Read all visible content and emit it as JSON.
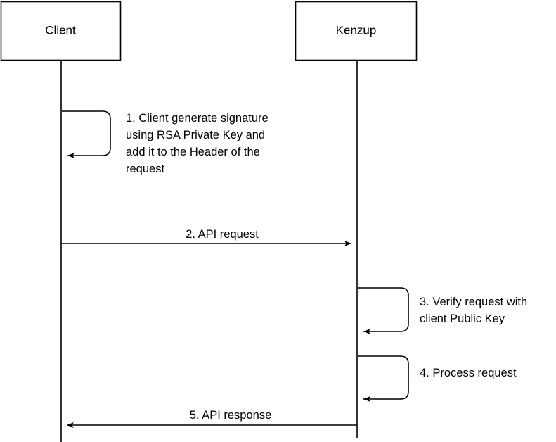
{
  "diagram": {
    "type": "sequence-diagram",
    "title": "",
    "background_color": "#ffffff",
    "line_color": "#000000",
    "text_color": "#000000",
    "participants": [
      {
        "id": "client",
        "label": "Client"
      },
      {
        "id": "kenzup",
        "label": "Kenzup"
      }
    ],
    "steps": [
      {
        "number": "1",
        "kind": "self-message",
        "from": "client",
        "to": "client",
        "label": "1. Client generate signature using RSA Private Key and add it to the Header of the request",
        "label_lines": [
          "1. Client generate signature",
          "using RSA Private Key and",
          "add it to the Header of the",
          "request"
        ]
      },
      {
        "number": "2",
        "kind": "message",
        "from": "client",
        "to": "kenzup",
        "label": "2. API request",
        "label_lines": [
          "2. API request"
        ]
      },
      {
        "number": "3",
        "kind": "self-message",
        "from": "kenzup",
        "to": "kenzup",
        "label": "3. Verify request with client Public Key",
        "label_lines": [
          "3. Verify request with",
          "client Public Key"
        ]
      },
      {
        "number": "4",
        "kind": "self-message",
        "from": "kenzup",
        "to": "kenzup",
        "label": "4. Process request",
        "label_lines": [
          "4. Process request"
        ]
      },
      {
        "number": "5",
        "kind": "message",
        "from": "kenzup",
        "to": "client",
        "label": "5. API response",
        "label_lines": [
          "5. API response"
        ]
      }
    ]
  }
}
